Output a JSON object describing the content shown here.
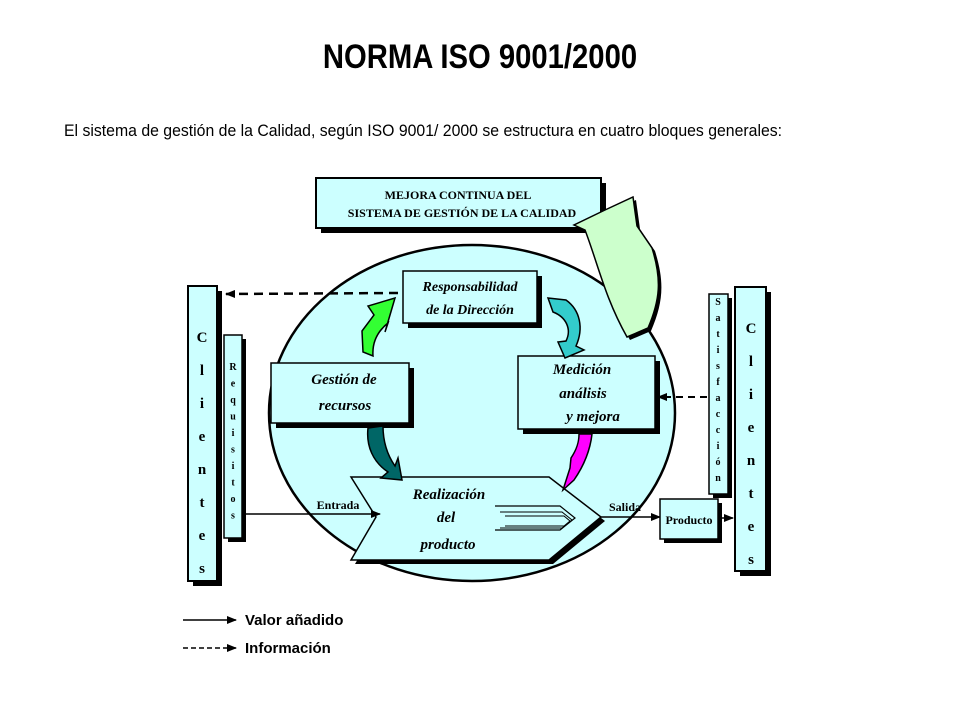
{
  "title": "NORMA ISO 9001/2000",
  "subtitle": "El sistema de gestión de la Calidad, según ISO 9001/ 2000 se estructura en cuatro bloques generales:",
  "diagram": {
    "mejora_line1": "MEJORA CONTINUA DEL",
    "mejora_line2": "SISTEMA DE GESTIÓN DE LA CALIDAD",
    "responsabilidad_line1": "Responsabilidad",
    "responsabilidad_line2": "de la Dirección",
    "gestion_line1": "Gestión de",
    "gestion_line2": "recursos",
    "medicion_line1": "Medición",
    "medicion_line2": "análisis",
    "medicion_line3": "y mejora",
    "realizacion_line1": "Realización",
    "realizacion_line2": "del",
    "realizacion_line3": "producto",
    "clientes_left": [
      "C",
      "l",
      "i",
      "e",
      "n",
      "t",
      "e",
      "s"
    ],
    "requisitos": [
      "R",
      "e",
      "q",
      "u",
      "i",
      "s",
      "i",
      "t",
      "o",
      "s"
    ],
    "satisfaccion": [
      "S",
      "a",
      "t",
      "i",
      "s",
      "f",
      "a",
      "c",
      "c",
      "i",
      "ó",
      "n"
    ],
    "clientes_right": [
      "C",
      "l",
      "i",
      "e",
      "n",
      "t",
      "e",
      "s"
    ],
    "entrada": "Entrada",
    "salida": "Salida",
    "producto": "Producto"
  },
  "legend": {
    "valor_anadido": "Valor añadido",
    "informacion": "Información"
  },
  "colors": {
    "box_fill": "#ccffff",
    "ellipse_fill": "#ccffff",
    "arrow_green": "#33ff33",
    "arrow_cyan": "#33cccc",
    "arrow_teal": "#006666",
    "arrow_magenta": "#ff00ff",
    "big_arrow_fill": "#ccffcc"
  }
}
